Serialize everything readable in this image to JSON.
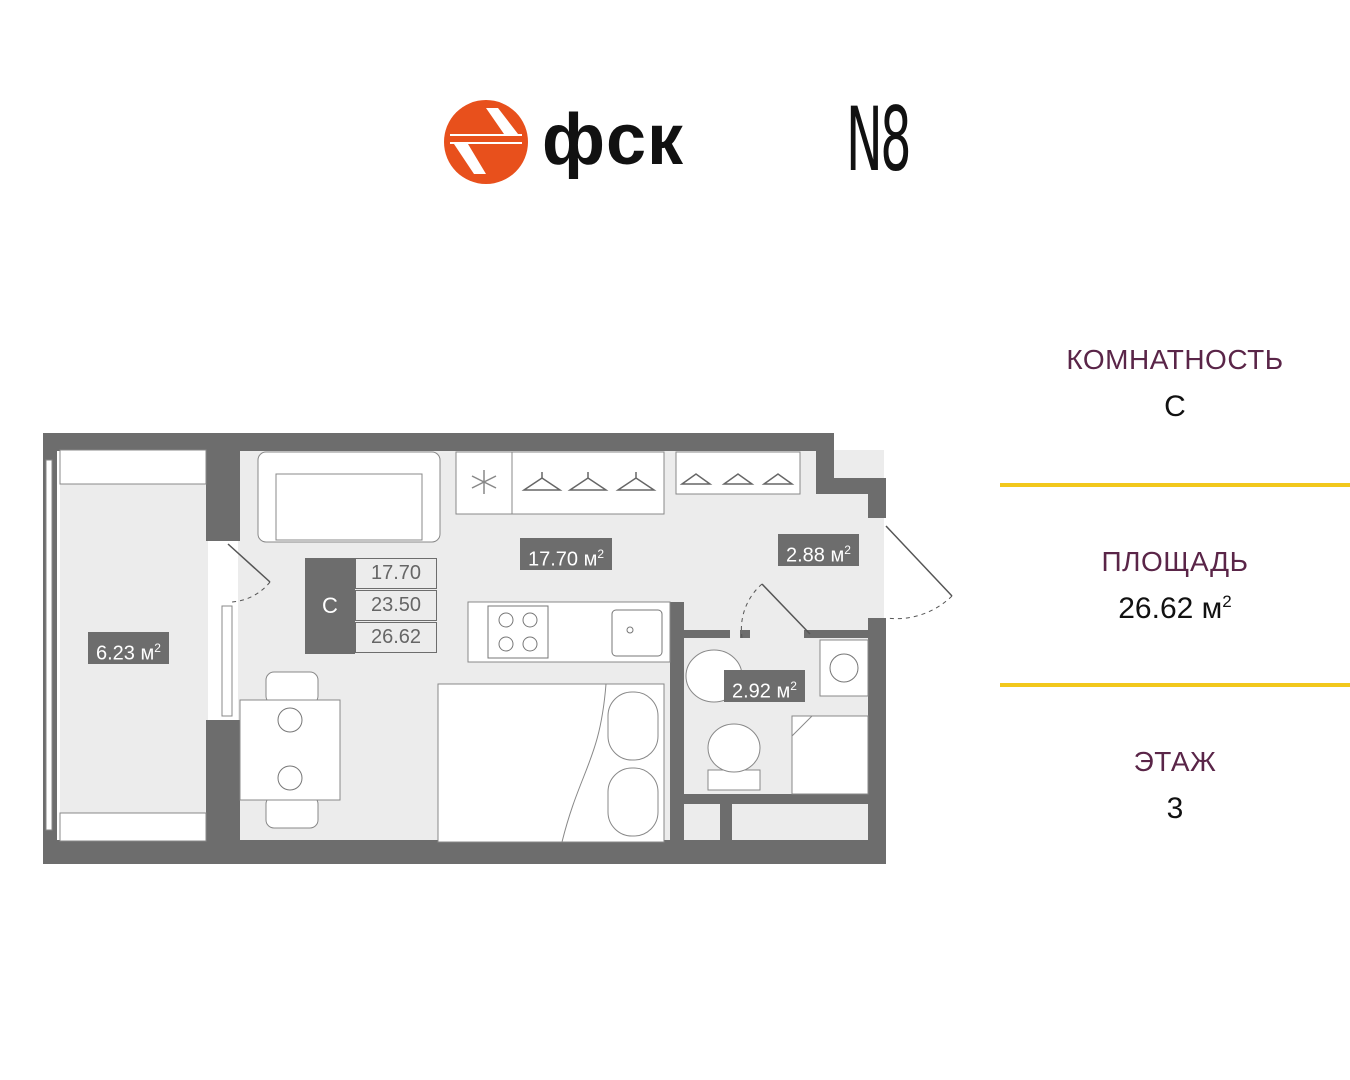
{
  "brand": {
    "logo_text": "фск",
    "project_logo": "N8",
    "colors": {
      "accent": "#e8501c",
      "divider": "#f2c81c",
      "label": "#5a2548",
      "wall": "#6d6d6d",
      "floor": "#ececec"
    }
  },
  "plan": {
    "rooms": [
      {
        "id": "balcony",
        "area": "6.23",
        "unit": "м",
        "sup": "2"
      },
      {
        "id": "studio",
        "area": "17.70",
        "unit": "м",
        "sup": "2"
      },
      {
        "id": "hall",
        "area": "2.88",
        "unit": "м",
        "sup": "2"
      },
      {
        "id": "bath",
        "area": "2.92",
        "unit": "м",
        "sup": "2"
      }
    ],
    "summary": {
      "type": "С",
      "values": [
        "17.70",
        "23.50",
        "26.62"
      ]
    },
    "icons": [
      "snowflake-icon",
      "hanger-icon",
      "sofa-icon",
      "table-icon",
      "bed-icon",
      "stove-icon",
      "sink-icon",
      "toilet-icon",
      "shower-icon",
      "washing-machine-icon",
      "door-icon"
    ]
  },
  "info": {
    "rooms": {
      "label": "КОМНАТНОСТЬ",
      "value": "С"
    },
    "area": {
      "label": "ПЛОЩАДЬ",
      "value": "26.62 м",
      "sup": "2"
    },
    "floor": {
      "label": "ЭТАЖ",
      "value": "3"
    }
  }
}
